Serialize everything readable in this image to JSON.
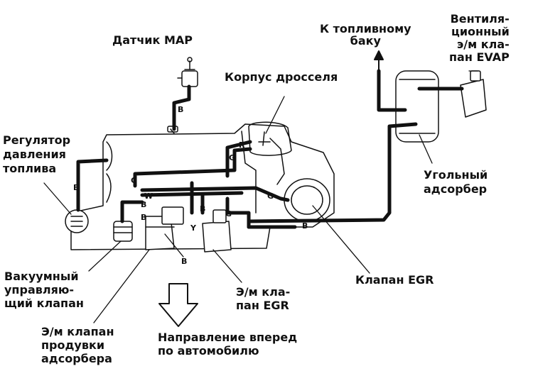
{
  "labels": {
    "map_sensor": "Датчик MAP",
    "throttle_body": "Корпус дросселя",
    "to_fuel_tank": "К топливному\nбаку",
    "evap_vent": "Вентиля-\nционный\nэ/м кла-\nпан EVAP",
    "fuel_pressure_regulator": "Регулятор\nдавления\nтоплива",
    "charcoal_canister": "Угольный\nадсорбер",
    "vacuum_control_valve": "Вакуумный\nуправляю-\nщий клапан",
    "egr_solenoid": "Э/м кла-\nпан EGR",
    "egr_valve": "Клапан EGR",
    "purge_solenoid": "Э/м клапан\nпродувки\nадсорбера",
    "forward_direction": "Направление вперед\nпо автомобилю"
  },
  "hose_tags": {
    "map_hose": "B",
    "regulator_hose": "B",
    "g_upper": "G",
    "g_left": "G",
    "r": "R",
    "w": "W",
    "y": "Y",
    "g_center": "G",
    "g_right": "G",
    "b_mid": "B",
    "b_lower_right": "B",
    "b_bottom": "B",
    "b_left_small": "B",
    "hose_b_left": "B"
  },
  "colors": {
    "ink": "#111111",
    "paper": "#ffffff"
  }
}
